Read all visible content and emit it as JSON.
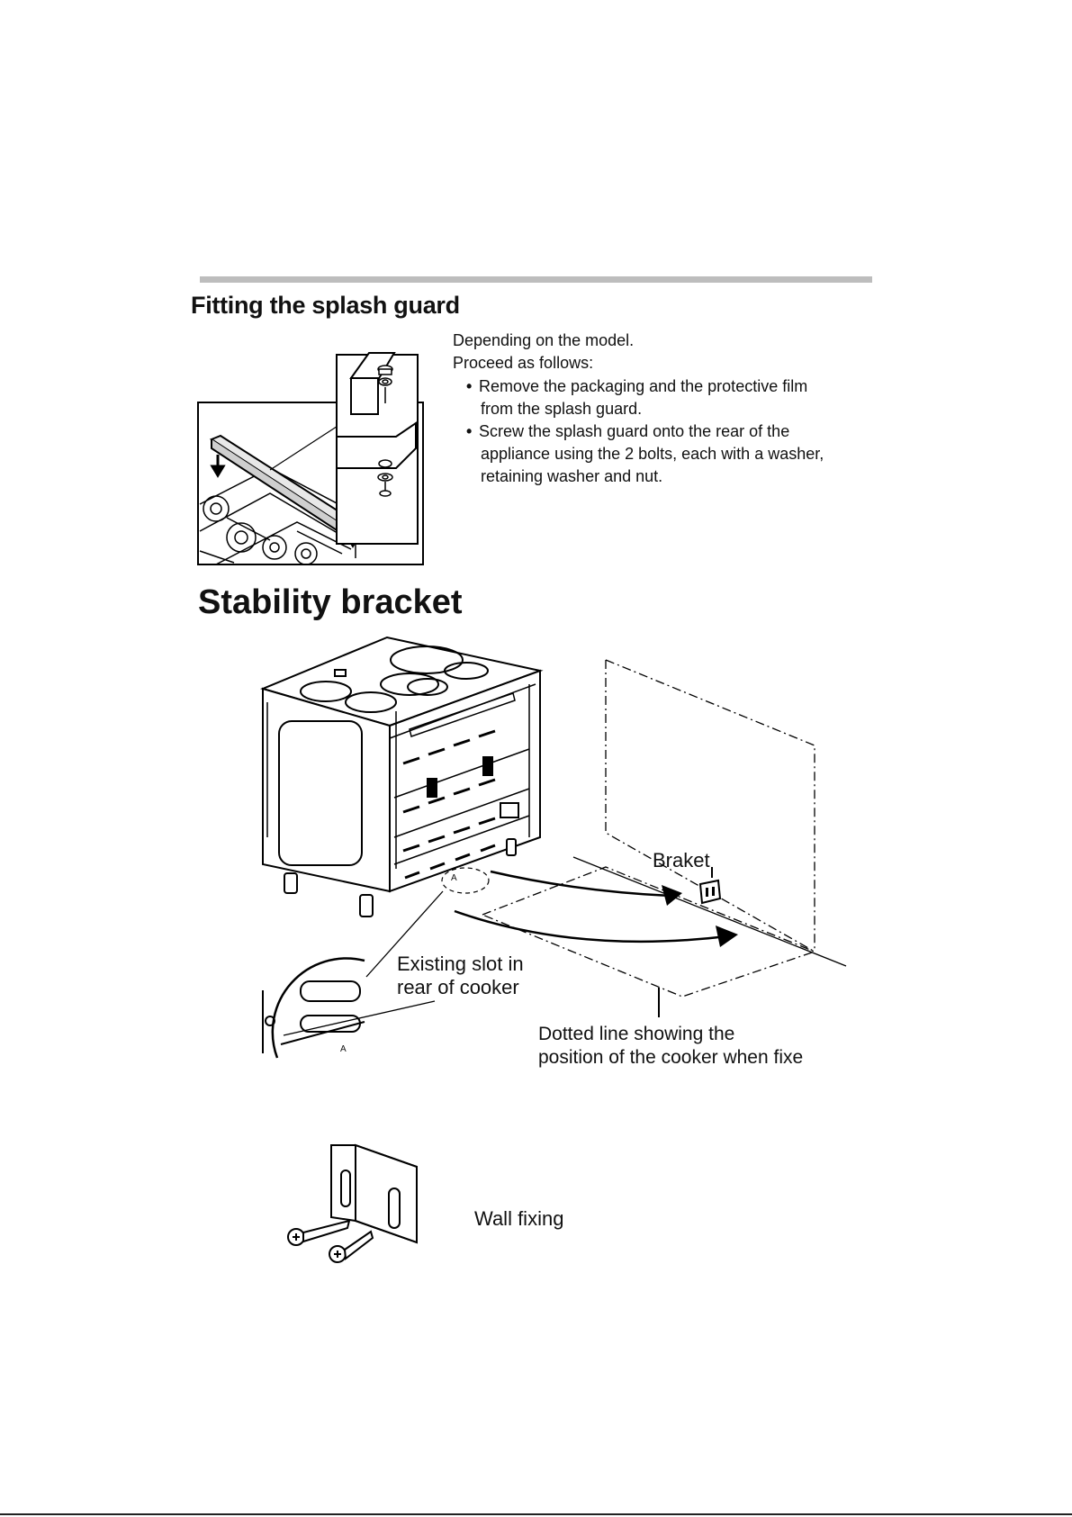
{
  "splash_guard": {
    "title": "Fitting the splash guard",
    "intro_1": "Depending on the model.",
    "intro_2": "Proceed as follows:",
    "step_1_line_1": "Remove the packaging and the protective film",
    "step_1_line_2": "from the splash guard.",
    "step_2_line_1": "Screw the splash guard onto the rear of the",
    "step_2_line_2": "appliance using the 2 bolts, each with a washer,",
    "step_2_line_3": "retaining washer and nut."
  },
  "stability_bracket": {
    "title": "Stability bracket",
    "bracket_label": "Braket",
    "slot_label_1": "Existing slot in",
    "slot_label_2": "rear of cooker",
    "dotted_label_1": "Dotted line showing the",
    "dotted_label_2": "position of the cooker when fixe",
    "detail_marker": "A",
    "zoom_marker": "A"
  },
  "wall_fixing": {
    "label": "Wall fixing"
  }
}
